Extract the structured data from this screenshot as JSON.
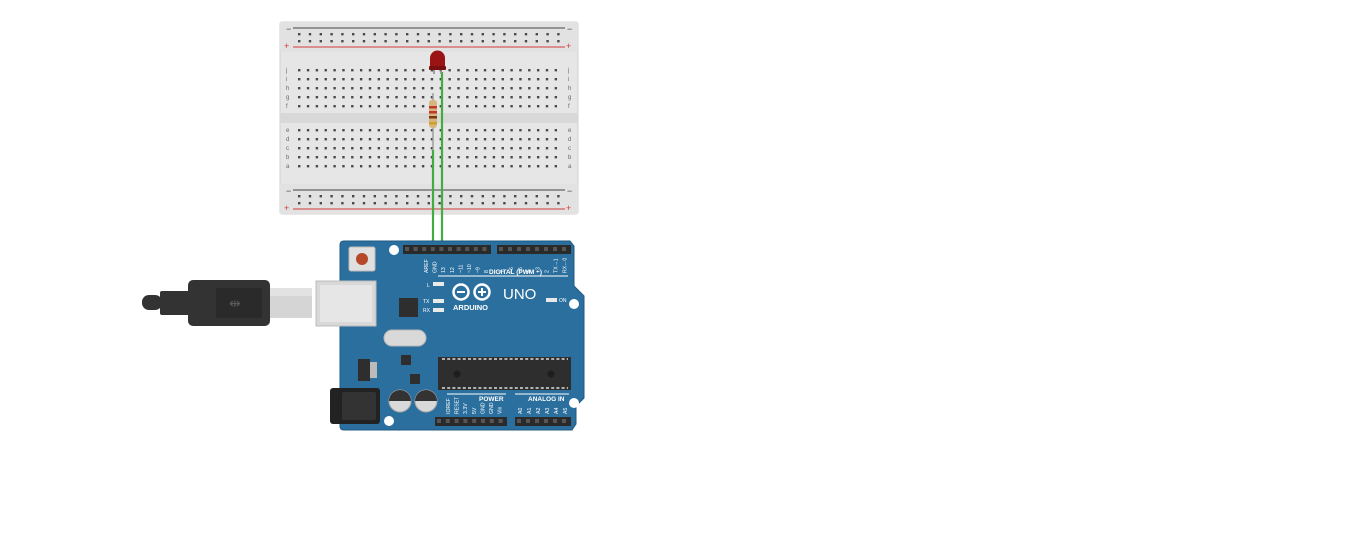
{
  "colors": {
    "board": "#2b6f9e",
    "board_edge": "#1f5a82",
    "breadboard": "#e6e6e6",
    "rail_red": "#d33b3b",
    "wire_green": "#3fae3f",
    "led_red": "#9b1414",
    "header": "#2a2a2a",
    "chip": "#2e2e2e",
    "usb_plug": "#333333"
  },
  "breadboard": {
    "rail_minus": "−",
    "rail_plus": "+",
    "rows_top": [
      "j",
      "i",
      "h",
      "g",
      "f"
    ],
    "rows_bottom": [
      "e",
      "d",
      "c",
      "b",
      "a"
    ],
    "columns": 30
  },
  "arduino": {
    "brand": "ARDUINO",
    "model": "UNO",
    "digital_label": "DIGITAL (PWM ~)",
    "power_label": "POWER",
    "analog_label": "ANALOG IN",
    "label_L": "L",
    "label_TX": "TX",
    "label_RX": "RX",
    "label_ON": "ON",
    "digital_pins_left": [
      "AREF",
      "GND",
      "13",
      "12",
      "~11",
      "~10",
      "~9",
      "8"
    ],
    "digital_pins_right": [
      "7",
      "~6",
      "~5",
      "4",
      "~3",
      "2",
      "TX→1",
      "RX←0"
    ],
    "power_pins": [
      "IOREF",
      "RESET",
      "3.3V",
      "5V",
      "GND",
      "GND",
      "Vin"
    ],
    "analog_pins": [
      "A0",
      "A1",
      "A2",
      "A3",
      "A4",
      "A5"
    ]
  }
}
